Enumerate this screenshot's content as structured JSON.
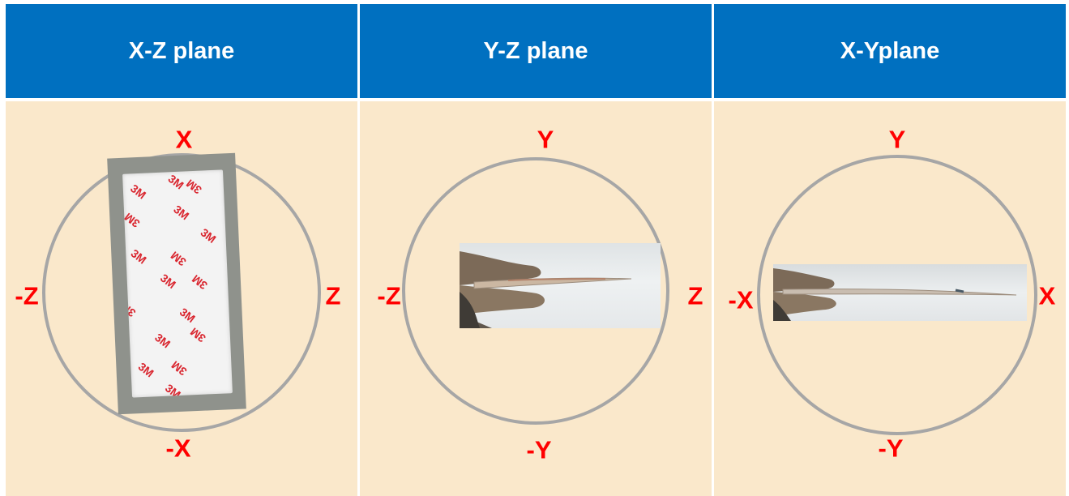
{
  "panels": [
    {
      "title": "X-Z plane",
      "labels": {
        "top": "X",
        "bottom": "-X",
        "left": "-Z",
        "right": "Z"
      },
      "photo": "3M adhesive tape sheet, face view"
    },
    {
      "title": "Y-Z plane",
      "labels": {
        "top": "Y",
        "bottom": "-Y",
        "left": "-Z",
        "right": "Z"
      },
      "photo": "hand holding tape, edge view"
    },
    {
      "title": "X-Yplane",
      "labels": {
        "top": "Y",
        "bottom": "-Y",
        "left": "-X",
        "right": "X"
      },
      "photo": "hand holding tape, edge view"
    }
  ],
  "colors": {
    "header": "#0070c0",
    "cell": "#fae8cb",
    "circle": "#a6a6a6",
    "axis_label": "#ff0000",
    "logo_text": "#d9262f"
  }
}
